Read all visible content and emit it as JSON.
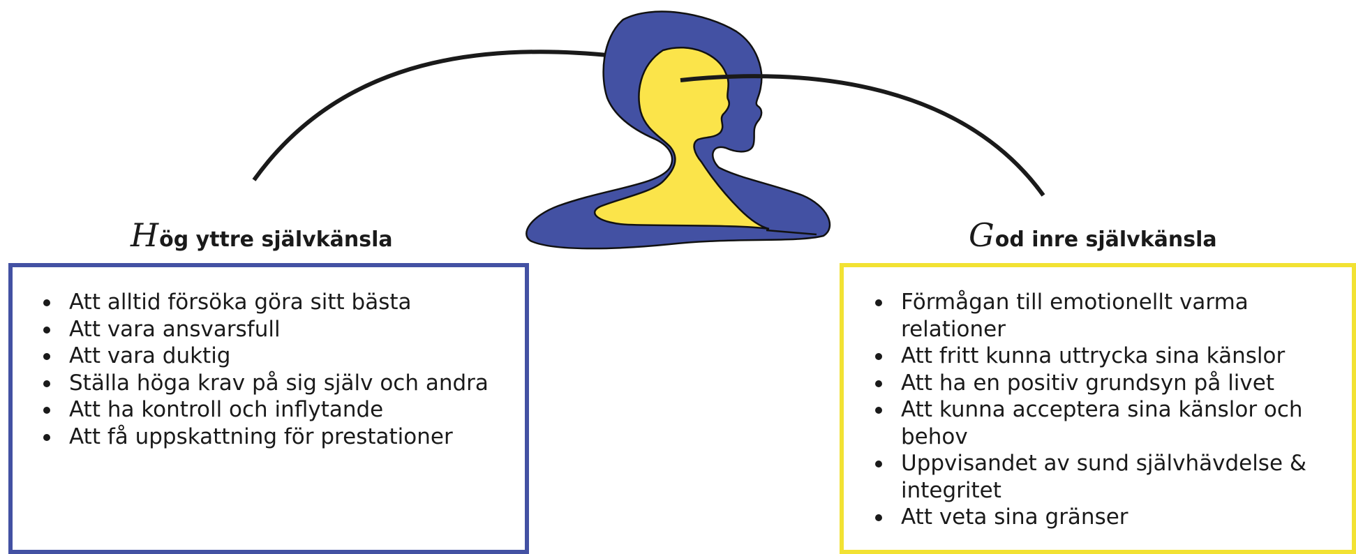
{
  "colors": {
    "outer_blue": "#4351a3",
    "inner_yellow": "#fbe44a",
    "line": "#1a1a1a",
    "left_border": "#4351a3",
    "right_border": "#f2e233"
  },
  "icons": [
    "head-silhouette-icon"
  ],
  "left": {
    "heading_initial": "H",
    "heading_rest": "ög yttre självkänsla",
    "items": [
      "Att alltid försöka göra sitt bästa",
      "Att vara ansvarsfull",
      "Att vara duktig",
      "Ställa höga krav på sig själv och andra",
      "Att ha kontroll och inflytande",
      "Att få uppskattning för prestationer"
    ]
  },
  "right": {
    "heading_initial": "G",
    "heading_rest": "od inre självkänsla",
    "items": [
      "Förmågan till emotionellt varma relationer",
      "Att fritt kunna uttrycka sina känslor",
      "Att ha en positiv grundsyn på livet",
      "Att kunna acceptera sina känslor och behov",
      "Uppvisandet av sund självhävdelse & integritet",
      "Att veta sina gränser"
    ]
  }
}
